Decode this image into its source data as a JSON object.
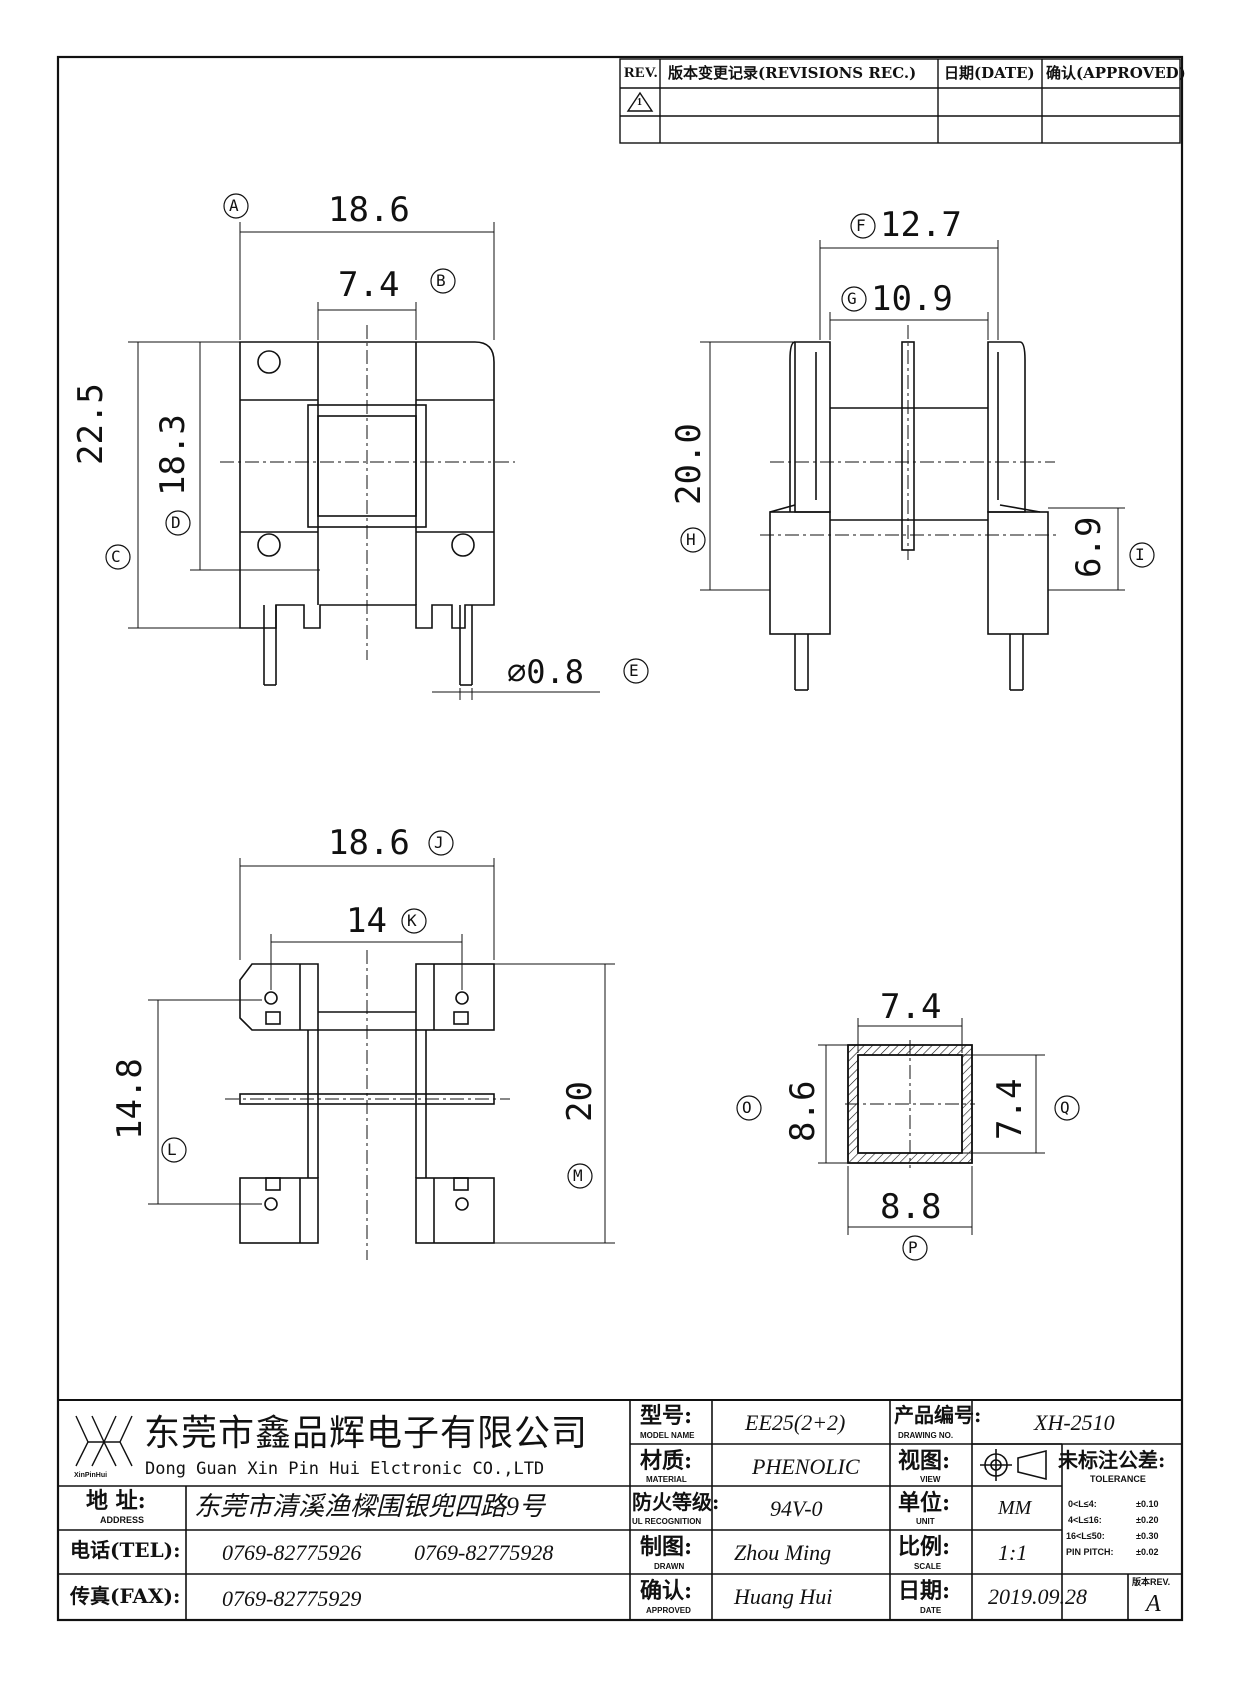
{
  "revision_table": {
    "rev": "REV.",
    "record": "版本变更记录(REVISIONS REC.)",
    "date": "日期(DATE)",
    "approved": "确认(APPROVED)",
    "row1_rev": "1"
  },
  "view_top_left": {
    "dims": [
      {
        "id": "A",
        "value": "18.6"
      },
      {
        "id": "B",
        "value": "7.4"
      },
      {
        "id": "C",
        "value": "22.5"
      },
      {
        "id": "D",
        "value": "18.3"
      },
      {
        "id": "E",
        "value": "⌀0.8"
      }
    ]
  },
  "view_top_right": {
    "dims": [
      {
        "id": "F",
        "value": "12.7"
      },
      {
        "id": "G",
        "value": "10.9"
      },
      {
        "id": "H",
        "value": "20.0"
      },
      {
        "id": "I",
        "value": "6.9"
      }
    ]
  },
  "view_bottom_left": {
    "dims": [
      {
        "id": "J",
        "value": "18.6"
      },
      {
        "id": "K",
        "value": "14"
      },
      {
        "id": "L",
        "value": "14.8"
      },
      {
        "id": "M",
        "value": "20"
      }
    ]
  },
  "view_bottom_right": {
    "dims": [
      {
        "id": "N",
        "value": "7.4"
      },
      {
        "id": "O",
        "value": "8.6"
      },
      {
        "id": "Q",
        "value": "7.4"
      },
      {
        "id": "P",
        "value": "8.8"
      }
    ]
  },
  "title_block": {
    "logo_text": "XinPinHui",
    "company_cn": "东莞市鑫品辉电子有限公司",
    "company_en": "Dong Guan Xin Pin Hui Elctronic CO.,LTD",
    "address_label": "地 址:",
    "address_label_en": "ADDRESS",
    "address": "东莞市清溪渔樑围银兜四路9号",
    "tel_label": "电话(TEL):",
    "tel1": "0769-82775926",
    "tel2": "0769-82775928",
    "fax_label": "传真(FAX):",
    "fax": "0769-82775929",
    "model_label": "型号:",
    "model_label_en": "MODEL NAME",
    "model": "EE25(2+2)",
    "material_label": "材质:",
    "material_label_en": "MATERIAL",
    "material": "PHENOLIC",
    "flame_label": "防火等级:",
    "flame_label_en": "UL RECOGNITION",
    "flame": "94V-0",
    "drawn_label": "制图:",
    "drawn_label_en": "DRAWN",
    "drawn": "Zhou Ming",
    "approved_label": "确认:",
    "approved_label_en": "APPROVED",
    "approved": "Huang Hui",
    "drawing_no_label": "产品编号:",
    "drawing_no_label_en": "DRAWING NO.",
    "drawing_no": "XH-2510",
    "view_label": "视图:",
    "view_label_en": "VIEW",
    "unit_label": "单位:",
    "unit_label_en": "UNIT",
    "unit": "MM",
    "scale_label": "比例:",
    "scale_label_en": "SCALE",
    "scale": "1:1",
    "date_label": "日期:",
    "date_label_en": "DATE",
    "date": "2019.09.28",
    "tolerance_label": "未标注公差:",
    "tolerance_label_en": "TOLERANCE",
    "tolerances": [
      {
        "range": "0<L≤4:",
        "value": "±0.10"
      },
      {
        "range": "4<L≤16:",
        "value": "±0.20"
      },
      {
        "range": "16<L≤50:",
        "value": "±0.30"
      },
      {
        "range": "PIN PITCH:",
        "value": "±0.02"
      }
    ],
    "rev_label": "版本REV.",
    "rev": "A"
  }
}
